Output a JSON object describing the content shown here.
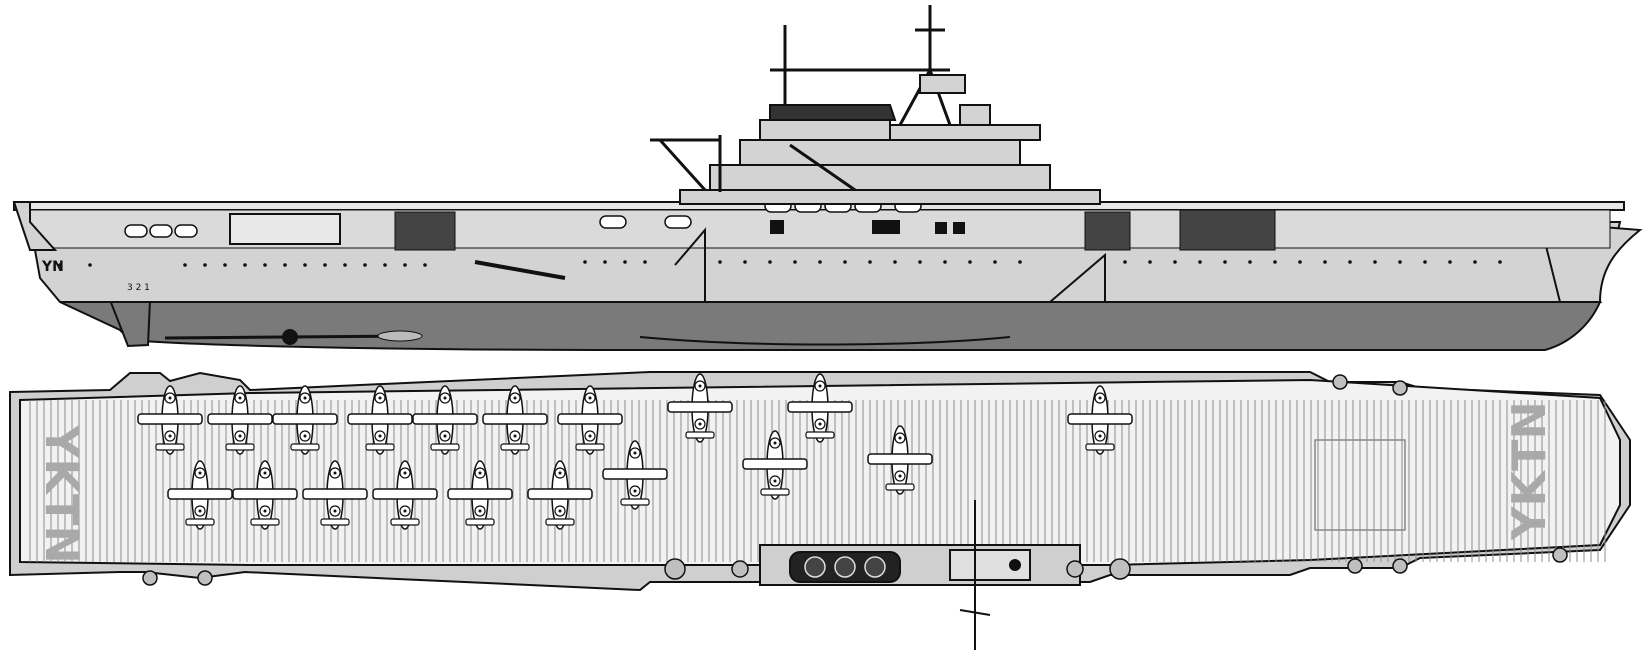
{
  "profile_view": {
    "bow_mark": "YN",
    "draft_marks": "3 2 1",
    "colors": {
      "hull_light": "#d3d3d3",
      "hull_dark": "#7a7a7a",
      "outline": "#111111"
    }
  },
  "plan_view": {
    "aft_deck_letters": "YKTN",
    "fore_deck_letters": "YKTN",
    "colors": {
      "deck": "#f2f2f2",
      "plank_line": "#8c8c8c",
      "edge": "#cfcfcf",
      "outline": "#111111"
    }
  }
}
